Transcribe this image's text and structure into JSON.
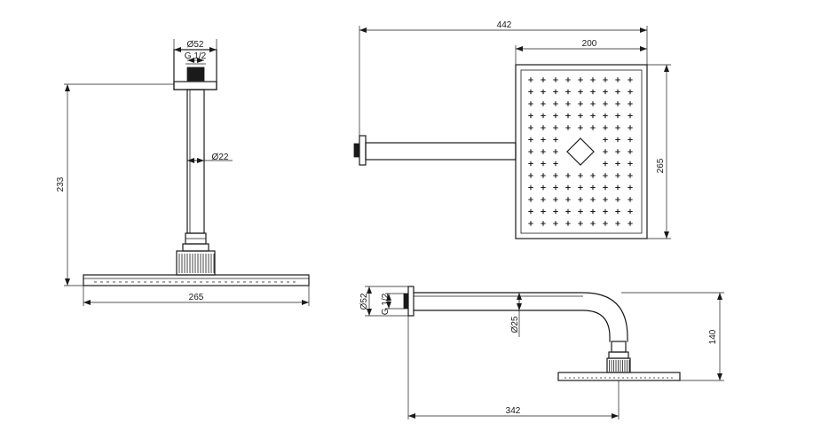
{
  "views": {
    "front": {
      "flange_diameter": "Ø52",
      "thread": "G 1/2",
      "arm_diameter": "Ø22",
      "height": "233",
      "head_width": "265"
    },
    "top": {
      "overall_length": "442",
      "head_length": "200",
      "head_width": "265"
    },
    "side": {
      "flange_diameter": "Ø52",
      "thread": "G 1/2",
      "arm_diameter": "Ø25",
      "drop": "140",
      "projection": "342"
    }
  },
  "style": {
    "line_color": "#1a1a1a",
    "background": "#ffffff"
  }
}
